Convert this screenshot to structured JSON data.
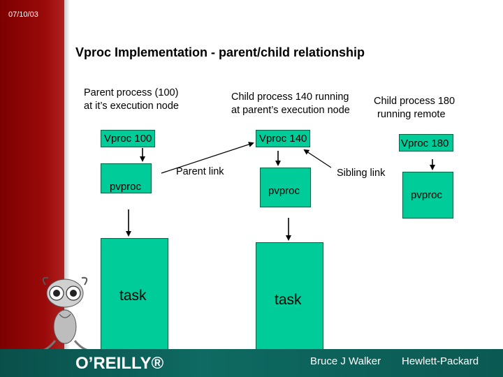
{
  "slide": {
    "date": "07/10/03",
    "title": "Vproc Implementation - parent/child relationship"
  },
  "labels": {
    "parent_process": [
      "Parent process (100)",
      "at it’s execution node"
    ],
    "child_140": [
      "Child process 140 running",
      "at parent’s execution node"
    ],
    "child_180": [
      "Child process 180",
      "running remote"
    ],
    "parent_link": "Parent link",
    "sibling_link": "Sibling link"
  },
  "boxes": {
    "vproc_100": "Vproc 100",
    "vproc_140": "Vproc 140",
    "vproc_180": "Vproc 180",
    "pvproc_100": "pvproc",
    "pvproc_140": "pvproc",
    "pvproc_180": "pvproc",
    "task_100": "task",
    "task_140": "task"
  },
  "footer": {
    "logo": "O’REILLY®",
    "author": "Bruce J Walker",
    "company": "Hewlett-Packard"
  },
  "colors": {
    "box_fill": "#00cc99",
    "sidebar": "#9a0a0a",
    "footer": "#0e6a62"
  }
}
